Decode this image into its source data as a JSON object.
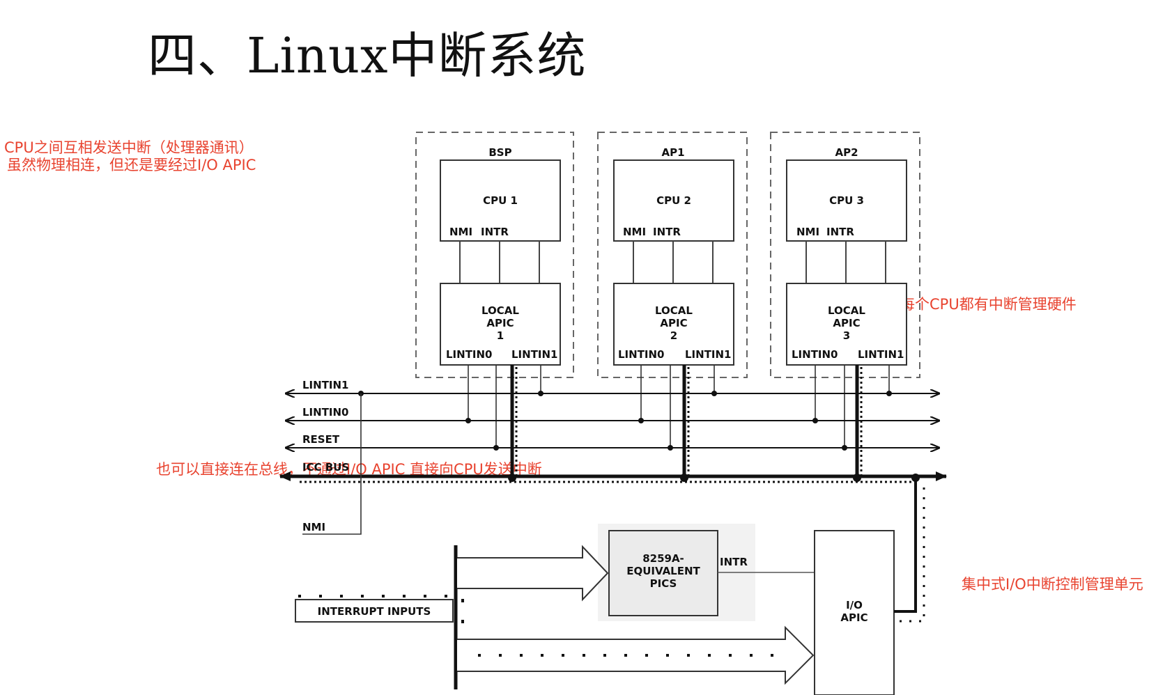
{
  "title": "四、Linux中断系统",
  "annotations": {
    "ipi_line1": "CPU之间互相发送中断（处理器通讯）",
    "ipi_line2": "虽然物理相连，但还是要经过I/O APIC",
    "local_apic": "每个CPU都有中断管理硬件",
    "direct_bus": "也可以直接连在总线，不通过I/O APIC 直接向CPU发送中断",
    "io_apic": "集中式I/O中断控制管理单元"
  },
  "processors": [
    {
      "group": "BSP",
      "cpu": "CPU 1",
      "apic_l1": "LOCAL",
      "apic_l2": "APIC",
      "apic_num": "1"
    },
    {
      "group": "AP1",
      "cpu": "CPU 2",
      "apic_l1": "LOCAL",
      "apic_l2": "APIC",
      "apic_num": "2"
    },
    {
      "group": "AP2",
      "cpu": "CPU 3",
      "apic_l1": "LOCAL",
      "apic_l2": "APIC",
      "apic_num": "3"
    }
  ],
  "pins": {
    "nmi": "NMI",
    "intr": "INTR",
    "lintin0": "LINTIN0",
    "lintin1": "LINTIN1"
  },
  "buses": [
    "LINTIN1",
    "LINTIN0",
    "RESET",
    "ICC BUS"
  ],
  "nmi_label": "NMI",
  "pic": {
    "line1": "8259A-",
    "line2": "EQUIVALENT",
    "line3": "PICS",
    "intr": "INTR"
  },
  "ioapic": {
    "line1": "I/O",
    "line2": "APIC"
  },
  "interrupt_inputs": "INTERRUPT INPUTS"
}
